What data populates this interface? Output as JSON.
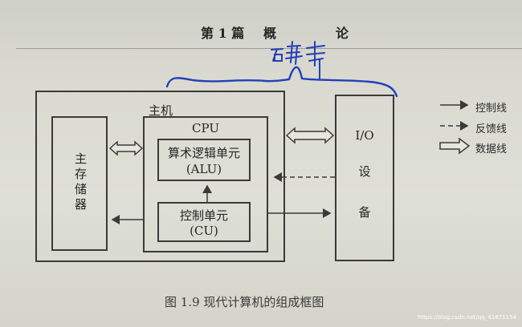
{
  "header": {
    "chapter_a": "第 1 篇",
    "chapter_b": "概",
    "chapter_c": "论"
  },
  "diagram": {
    "host_label": "主机",
    "cpu_label": "CPU",
    "alu_line1": "算术逻辑单元",
    "alu_line2": "(ALU)",
    "cu_line1": "控制单元",
    "cu_line2": "(CU)",
    "memory_label": "主存储器",
    "io_label_top": "I/O",
    "io_label_chars": [
      "设",
      "备"
    ]
  },
  "legend": {
    "items": [
      {
        "label": "控制线",
        "style": "solid-arrow"
      },
      {
        "label": "反馈线",
        "style": "dashed-arrow"
      },
      {
        "label": "数据线",
        "style": "hollow-arrow"
      }
    ]
  },
  "annotation": {
    "handwritten": "石更件"
  },
  "caption": "图 1.9   现代计算机的组成框图",
  "watermark": "https://blog.csdn.net/qq_41871154",
  "colors": {
    "ink": "#3b3a38",
    "pen": "#2440b8",
    "paper": "#dadad1"
  }
}
